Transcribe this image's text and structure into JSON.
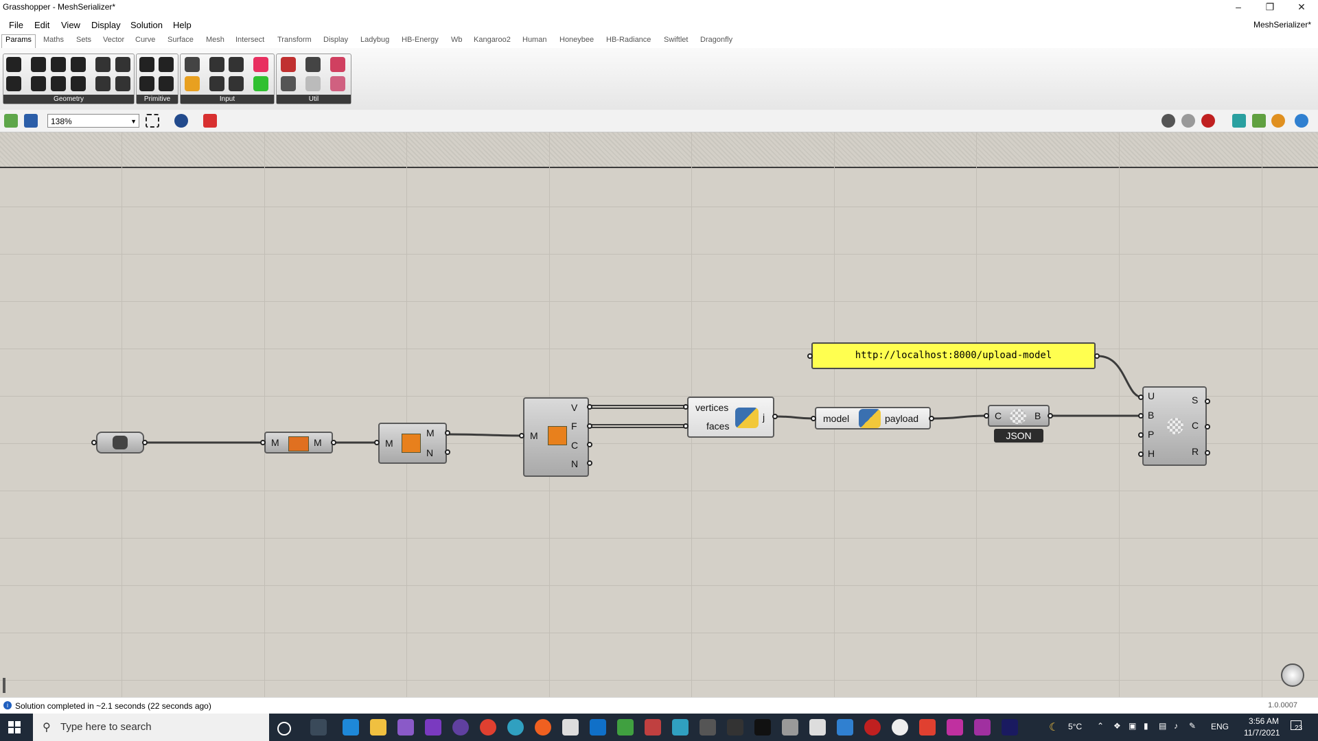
{
  "window": {
    "title": "Grasshopper - MeshSerializer*",
    "document_name": "MeshSerializer*",
    "controls": [
      "minimize",
      "restore",
      "close"
    ]
  },
  "menu": {
    "items": [
      "File",
      "Edit",
      "View",
      "Display",
      "Solution",
      "Help"
    ]
  },
  "tabs": [
    "Params",
    "Maths",
    "Sets",
    "Vector",
    "Curve",
    "Surface",
    "Mesh",
    "Intersect",
    "Transform",
    "Display",
    "Ladybug",
    "HB-Energy",
    "Wb",
    "Kangaroo2",
    "Human",
    "Honeybee",
    "HB-Radiance",
    "Swiftlet",
    "Dragonfly"
  ],
  "active_tab": "Params",
  "ribbon_panels": [
    "Geometry",
    "Primitive",
    "Input",
    "Util"
  ],
  "toolbar": {
    "zoom": "138%"
  },
  "canvas": {
    "components": {
      "mesh_param": {
        "icon": "mesh-param-icon"
      },
      "mesh_join": {
        "in": "M",
        "out": "M"
      },
      "unify_normals": {
        "in": "M",
        "out_top": "M",
        "out_bottom": "N"
      },
      "deconstruct_mesh": {
        "in": "M",
        "outputs": [
          "V",
          "F",
          "C",
          "N"
        ]
      },
      "python_a": {
        "inputs": [
          "vertices",
          "faces"
        ],
        "out": "j"
      },
      "python_b": {
        "in": "model",
        "out": "payload"
      },
      "json_ser": {
        "in": "C",
        "out": "B",
        "label": "JSON"
      },
      "http_request": {
        "inputs": [
          "U",
          "B",
          "P",
          "H"
        ],
        "outputs": [
          "S",
          "C",
          "R"
        ]
      }
    },
    "url_panel": "http://localhost:8000/upload-model"
  },
  "status": {
    "message": "Solution completed in ~2.1 seconds (22 seconds ago)",
    "version": "1.0.0007"
  },
  "taskbar": {
    "search_placeholder": "Type here to search",
    "temperature": "5°C",
    "language": "ENG",
    "time": "3:56 AM",
    "date": "11/7/2021",
    "notifications": "23"
  },
  "colors": {
    "canvas": "#d4d0c8",
    "panel_yellow": "#ffff50",
    "taskbar": "#1f2a38"
  }
}
